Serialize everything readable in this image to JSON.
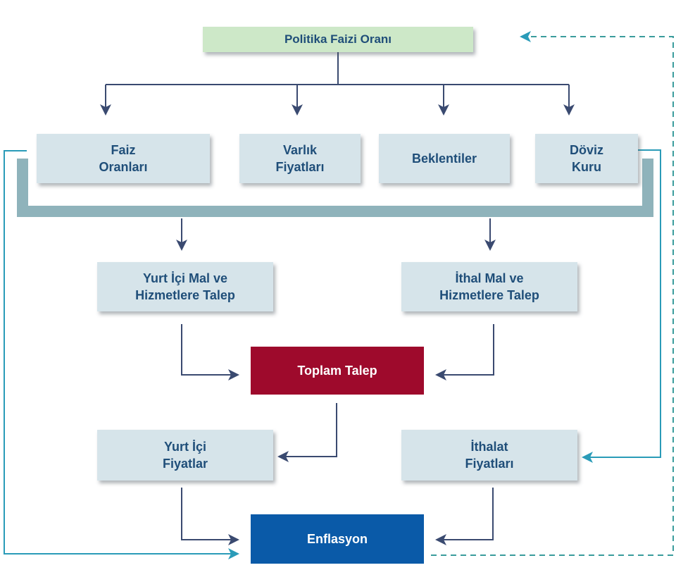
{
  "diagram": {
    "title_node": "Politika Faizi Oranı",
    "channels": [
      "Faiz\nOranları",
      "Varlık\nFiyatları",
      "Beklentiler",
      "Döviz\nKuru"
    ],
    "demand": [
      "Yurt İçi Mal ve\nHizmetlere Talep",
      "İthal Mal ve\nHizmetlere Talep"
    ],
    "total_demand": "Toplam Talep",
    "prices": [
      "Yurt İçi\nFiyatlar",
      "İthalat\nFiyatları"
    ],
    "outcome": "Enflasyon",
    "colors": {
      "arrow": "#3a4a70",
      "teal": "#2a9bb8",
      "bracket": "#8fb3bb",
      "dashed": "#3a9c9c"
    }
  }
}
